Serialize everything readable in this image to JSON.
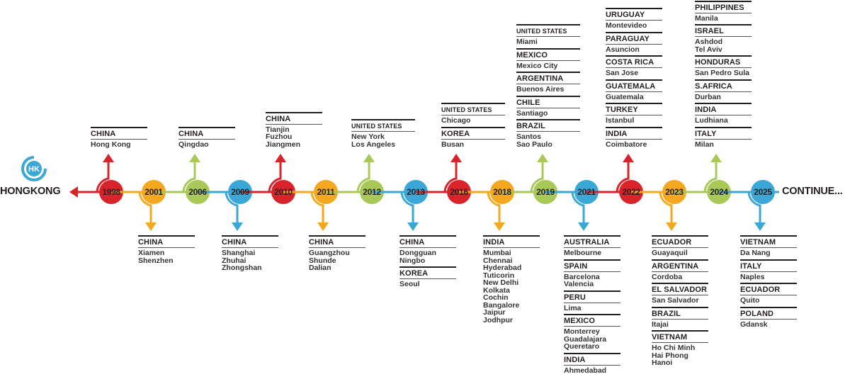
{
  "colors": {
    "red": "#d9232a",
    "orange": "#f3a81f",
    "green": "#a8c957",
    "blue": "#3aa7d7",
    "text": "#231f20"
  },
  "start_label": "HONGKONG",
  "logo_text": "HK",
  "end_label": "CONTINUE...",
  "milestones": [
    {
      "year": "1998",
      "color": "red",
      "dir": "up",
      "groups": [
        {
          "country": "CHINA",
          "cities": [
            "Hong Kong"
          ]
        }
      ]
    },
    {
      "year": "2001",
      "color": "orange",
      "dir": "down",
      "groups": [
        {
          "country": "CHINA",
          "cities": [
            "Xiamen",
            "Shenzhen"
          ]
        }
      ]
    },
    {
      "year": "2006",
      "color": "green",
      "dir": "up",
      "groups": [
        {
          "country": "CHINA",
          "cities": [
            "Qingdao"
          ]
        }
      ]
    },
    {
      "year": "2009",
      "color": "blue",
      "dir": "down",
      "groups": [
        {
          "country": "CHINA",
          "cities": [
            "Shanghai",
            "Zhuhai",
            "Zhongshan"
          ]
        }
      ]
    },
    {
      "year": "2010",
      "color": "red",
      "dir": "up",
      "groups": [
        {
          "country": "CHINA",
          "cities": [
            "Tianjin",
            "Fuzhou",
            "Jiangmen"
          ]
        }
      ]
    },
    {
      "year": "2011",
      "color": "orange",
      "dir": "down",
      "groups": [
        {
          "country": "CHINA",
          "cities": [
            "Guangzhou",
            "Shunde",
            "Dalian"
          ]
        }
      ]
    },
    {
      "year": "2012",
      "color": "green",
      "dir": "up",
      "groups": [
        {
          "country": "UNITED STATES",
          "cities": [
            "New York",
            "Los Angeles"
          ]
        }
      ]
    },
    {
      "year": "2013",
      "color": "blue",
      "dir": "down",
      "groups": [
        {
          "country": "CHINA",
          "cities": [
            "Dongguan",
            "Ningbo"
          ]
        },
        {
          "country": "KOREA",
          "cities": [
            "Seoul"
          ]
        }
      ]
    },
    {
      "year": "2016",
      "color": "red",
      "dir": "up",
      "groups": [
        {
          "country": "UNITED STATES",
          "cities": [
            "Chicago"
          ]
        },
        {
          "country": "KOREA",
          "cities": [
            "Busan"
          ]
        }
      ]
    },
    {
      "year": "2018",
      "color": "orange",
      "dir": "down",
      "groups": [
        {
          "country": "INDIA",
          "cities": [
            "Mumbai",
            "Chennai",
            "Hyderabad",
            "Tuticorin",
            "New Delhi",
            "Kolkata",
            "Cochin",
            "Bangalore",
            "Jaipur",
            "Jodhpur"
          ]
        }
      ]
    },
    {
      "year": "2019",
      "color": "green",
      "dir": "up",
      "groups": [
        {
          "country": "UNITED STATES",
          "cities": [
            "Miami"
          ]
        },
        {
          "country": "MEXICO",
          "cities": [
            "Mexico City"
          ]
        },
        {
          "country": "ARGENTINA",
          "cities": [
            "Buenos Aires"
          ]
        },
        {
          "country": "CHILE",
          "cities": [
            "Santiago"
          ]
        },
        {
          "country": "BRAZIL",
          "cities": [
            "Santos",
            "Sao Paulo"
          ]
        }
      ]
    },
    {
      "year": "2021",
      "color": "blue",
      "dir": "down",
      "groups": [
        {
          "country": "AUSTRALIA",
          "cities": [
            "Melbourne"
          ]
        },
        {
          "country": "SPAIN",
          "cities": [
            "Barcelona",
            "Valencia"
          ]
        },
        {
          "country": "PERU",
          "cities": [
            "Lima"
          ]
        },
        {
          "country": "MEXICO",
          "cities": [
            "Monterrey",
            "Guadalajara",
            "Queretaro"
          ]
        },
        {
          "country": "INDIA",
          "cities": [
            "Ahmedabad"
          ]
        }
      ]
    },
    {
      "year": "2022",
      "color": "red",
      "dir": "up",
      "groups": [
        {
          "country": "URUGUAY",
          "cities": [
            "Montevideo"
          ]
        },
        {
          "country": "PARAGUAY",
          "cities": [
            "Asuncion"
          ]
        },
        {
          "country": "COSTA RICA",
          "cities": [
            "San Jose"
          ]
        },
        {
          "country": "GUATEMALA",
          "cities": [
            "Guatemala"
          ]
        },
        {
          "country": "TURKEY",
          "cities": [
            "Istanbul"
          ]
        },
        {
          "country": "INDIA",
          "cities": [
            "Coimbatore"
          ]
        }
      ]
    },
    {
      "year": "2023",
      "color": "orange",
      "dir": "down",
      "groups": [
        {
          "country": "ECUADOR",
          "cities": [
            "Guayaquil"
          ]
        },
        {
          "country": "ARGENTINA",
          "cities": [
            "Cordoba"
          ]
        },
        {
          "country": "EL SALVADOR",
          "cities": [
            "San Salvador"
          ]
        },
        {
          "country": "BRAZIL",
          "cities": [
            "Itajai"
          ]
        },
        {
          "country": "VIETNAM",
          "cities": [
            "Ho Chi Minh",
            "Hai Phong",
            "Hanoi"
          ]
        }
      ]
    },
    {
      "year": "2024",
      "color": "green",
      "dir": "up",
      "groups": [
        {
          "country": "PHILIPPINES",
          "cities": [
            "Manila"
          ]
        },
        {
          "country": "ISRAEL",
          "cities": [
            "Ashdod",
            "Tel Aviv"
          ]
        },
        {
          "country": "HONDURAS",
          "cities": [
            "San Pedro Sula"
          ]
        },
        {
          "country": "S.AFRICA",
          "cities": [
            "Durban"
          ]
        },
        {
          "country": "INDIA",
          "cities": [
            "Ludhiana"
          ]
        },
        {
          "country": "ITALY",
          "cities": [
            "Milan"
          ]
        }
      ]
    },
    {
      "year": "2025",
      "color": "blue",
      "dir": "down",
      "groups": [
        {
          "country": "VIETNAM",
          "cities": [
            "Da Nang"
          ]
        },
        {
          "country": "ITALY",
          "cities": [
            "Naples"
          ]
        },
        {
          "country": "ECUADOR",
          "cities": [
            "Quito"
          ]
        },
        {
          "country": "POLAND",
          "cities": [
            "Gdansk"
          ]
        }
      ]
    }
  ]
}
